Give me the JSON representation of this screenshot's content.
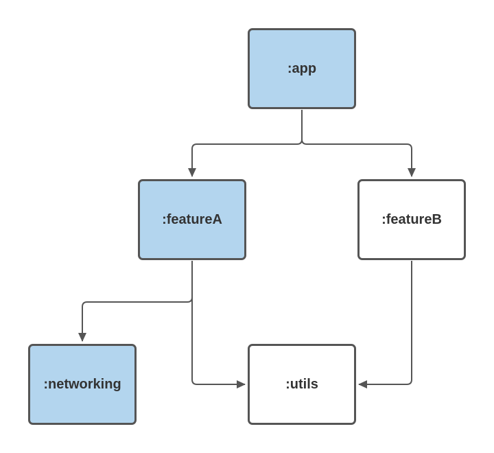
{
  "diagram": {
    "nodes": {
      "app": {
        "label": ":app",
        "highlighted": true
      },
      "featureA": {
        "label": ":featureA",
        "highlighted": true
      },
      "featureB": {
        "label": ":featureB",
        "highlighted": false
      },
      "networking": {
        "label": ":networking",
        "highlighted": true
      },
      "utils": {
        "label": ":utils",
        "highlighted": false
      }
    },
    "edges": [
      {
        "from": "app",
        "to": "featureA"
      },
      {
        "from": "app",
        "to": "featureB"
      },
      {
        "from": "featureA",
        "to": "networking"
      },
      {
        "from": "featureA",
        "to": "utils"
      },
      {
        "from": "featureB",
        "to": "utils"
      }
    ],
    "colors": {
      "highlight_fill": "#b3d5ee",
      "plain_fill": "#ffffff",
      "stroke": "#555555",
      "text": "#333333"
    }
  }
}
